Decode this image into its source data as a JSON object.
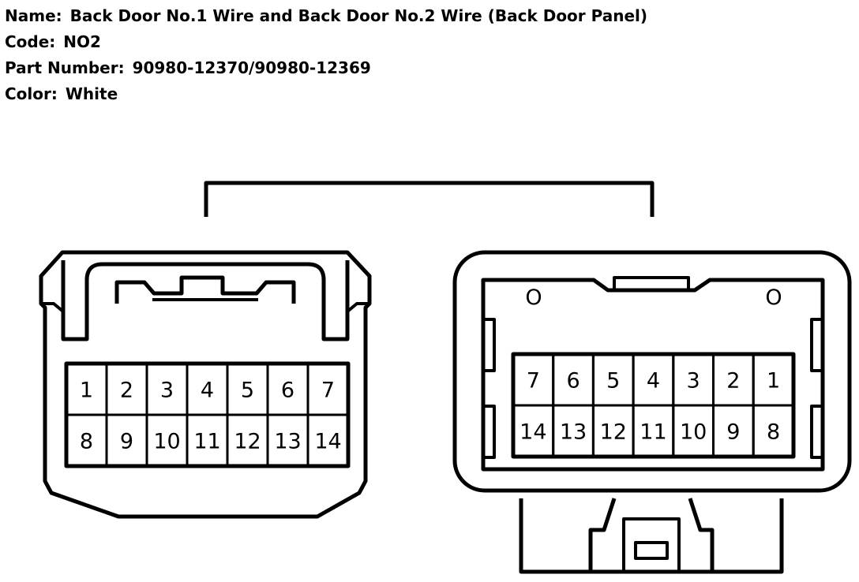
{
  "header": {
    "name_label": "Name:",
    "name_value": "Back Door No.1 Wire and Back Door No.2 Wire (Back Door Panel)",
    "code_label": "Code:",
    "code_value": "NO2",
    "part_label": "Part Number:",
    "part_value": "90980-12370/90980-12369",
    "color_label": "Color:",
    "color_value": "White"
  },
  "colors": {
    "line": "#000000",
    "background": "#ffffff"
  },
  "left_connector": {
    "top_row": [
      "1",
      "2",
      "3",
      "4",
      "5",
      "6",
      "7"
    ],
    "bottom_row": [
      "8",
      "9",
      "10",
      "11",
      "12",
      "13",
      "14"
    ]
  },
  "right_connector": {
    "top_row": [
      "7",
      "6",
      "5",
      "4",
      "3",
      "2",
      "1"
    ],
    "bottom_row": [
      "14",
      "13",
      "12",
      "11",
      "10",
      "9",
      "8"
    ],
    "marks": [
      "O",
      "O"
    ]
  }
}
